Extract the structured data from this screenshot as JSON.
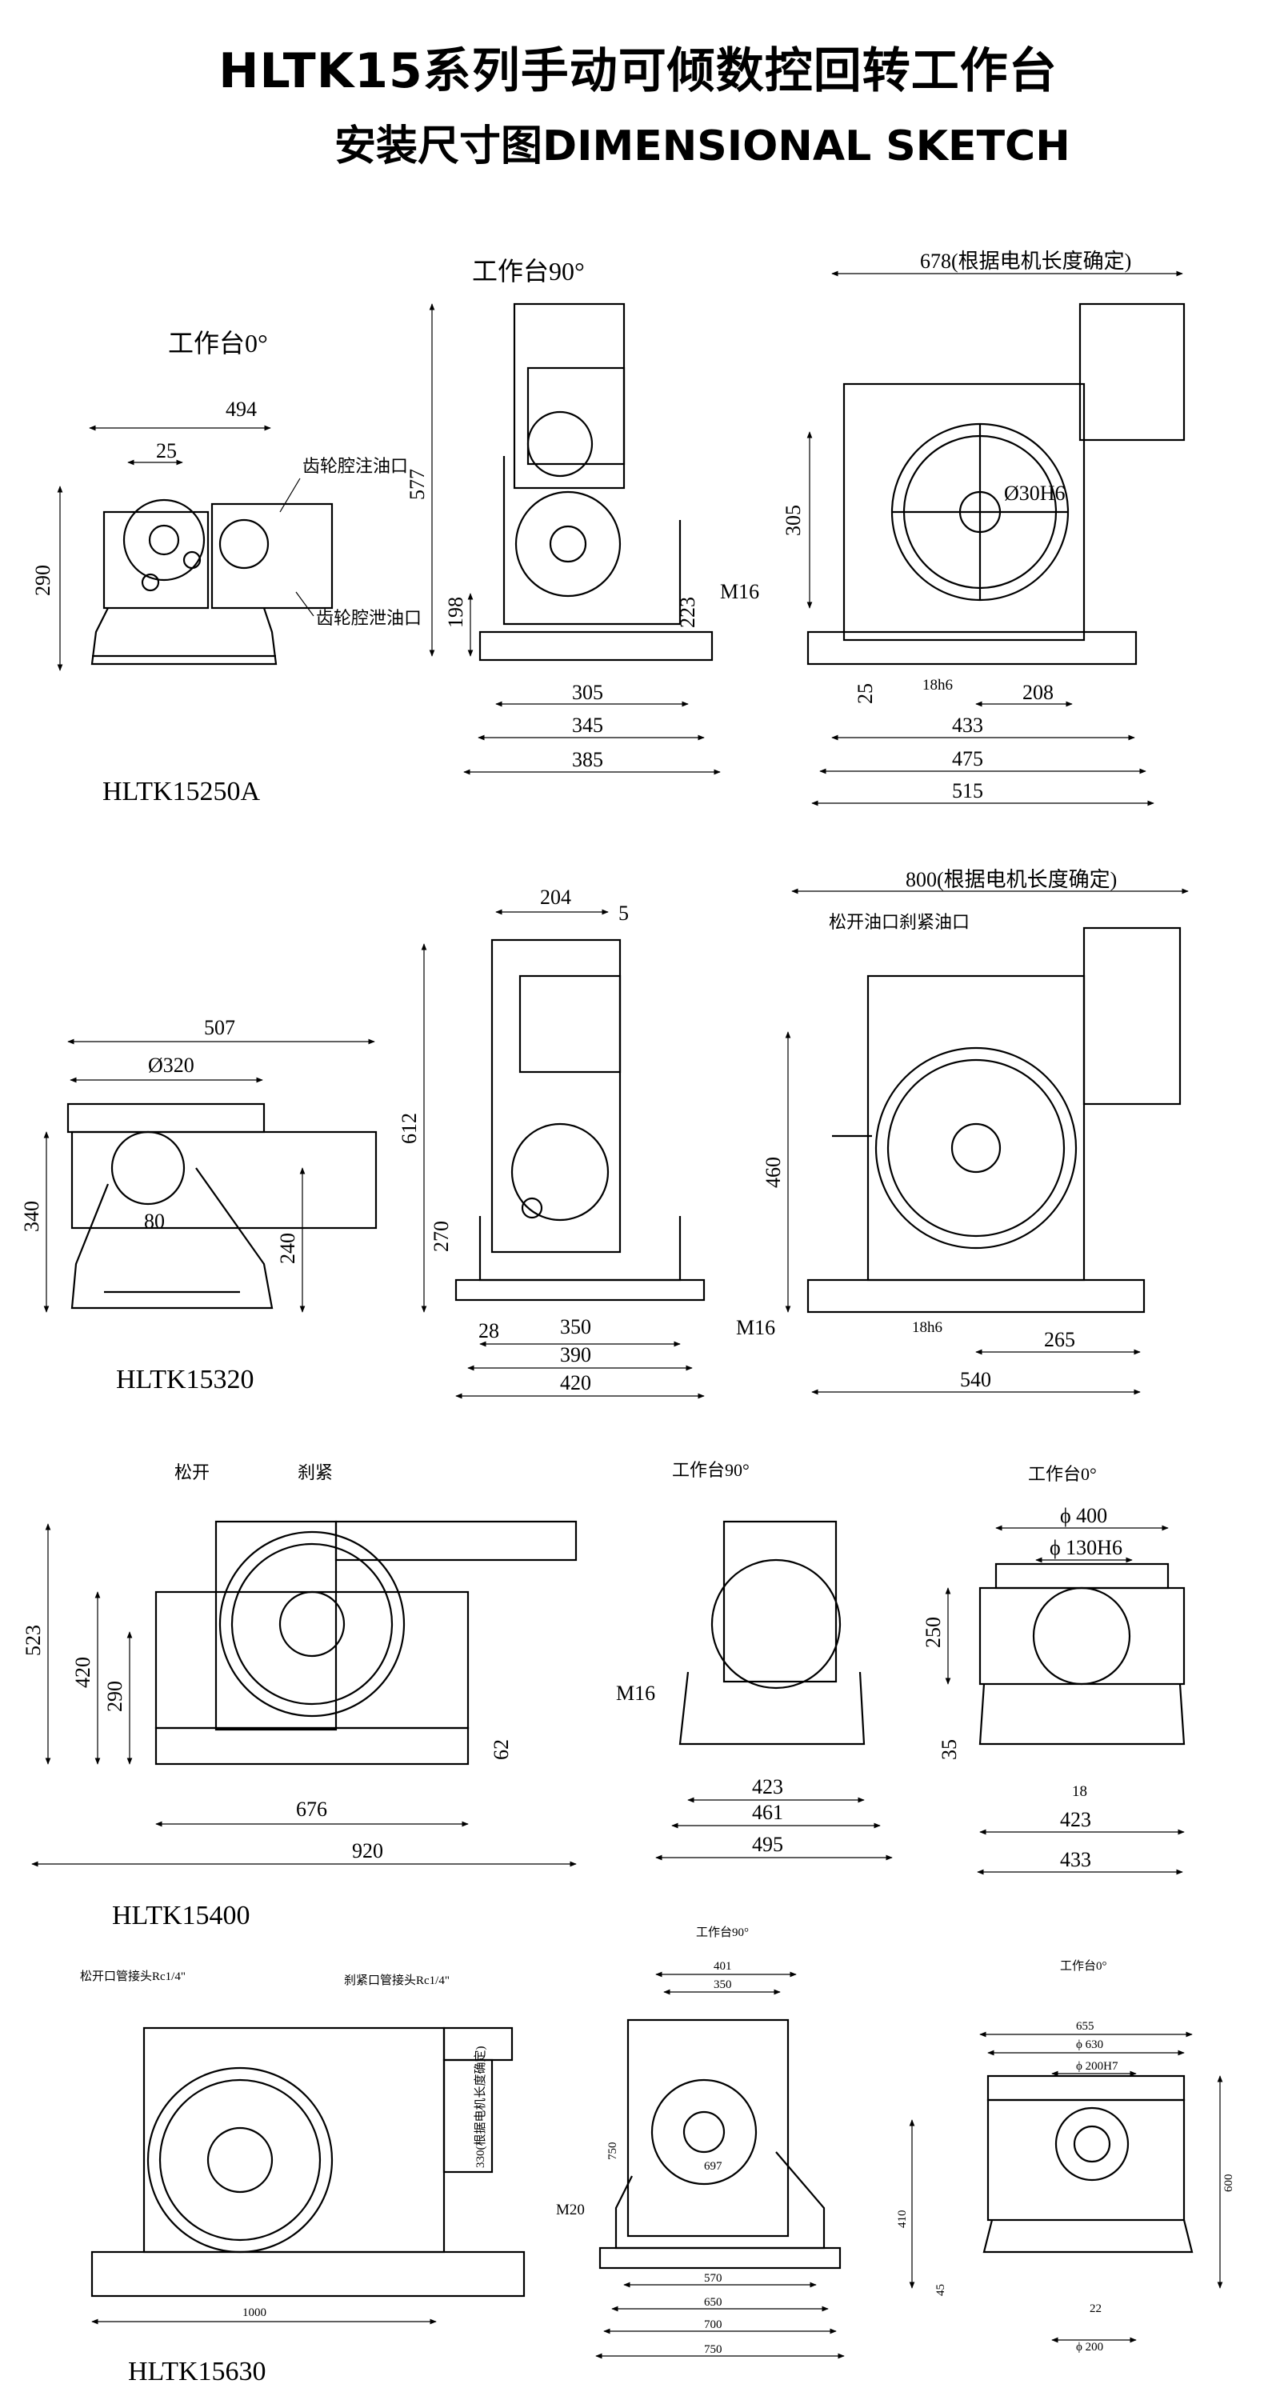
{
  "header": {
    "title": "HLTK15系列手动可倾数控回转工作台",
    "subtitle": "安装尺寸图DIMENSIONAL SKETCH"
  },
  "row1": {
    "model": "HLTK15250A",
    "view_0_label": "工作台0°",
    "view_90_label": "工作台90°",
    "front_view": {
      "width": "494",
      "offset": "25",
      "height": "290",
      "note_fill": "齿轮腔注油口",
      "note_drain": "齿轮腔泄油口"
    },
    "side_view": {
      "height": "577",
      "base_h": "198",
      "d1": "223",
      "bolt": "M16",
      "w1": "305",
      "w2": "345",
      "w3": "385"
    },
    "right_view": {
      "motor": "678(根据电机长度确定)",
      "bore": "Ø30H6",
      "height": "305",
      "h2": "25",
      "key": "18h6",
      "d": "208",
      "w1": "433",
      "w2": "475",
      "w3": "515"
    }
  },
  "row2": {
    "model": "HLTK15320",
    "front_view": {
      "width": "507",
      "diameter": "Ø320",
      "height": "340",
      "offset": "80",
      "h2": "240"
    },
    "side_view": {
      "top": "204",
      "gap": "5",
      "height": "612",
      "base_h": "270",
      "d": "28",
      "w1": "350",
      "w2": "390",
      "w3": "420",
      "bolt": "M16"
    },
    "right_view": {
      "motor": "800(根据电机长度确定)",
      "port_note": "松开油口刹紧油口",
      "height": "460",
      "key": "18h6",
      "d": "265",
      "width": "540"
    }
  },
  "row3": {
    "model": "HLTK15400",
    "label_release": "松开",
    "label_brake": "刹紧",
    "view_90_label": "工作台90°",
    "view_0_label": "工作台0°",
    "left_view": {
      "h1": "523",
      "h2": "420",
      "h3": "290",
      "d": "62",
      "w1": "676",
      "w2": "920"
    },
    "mid_view": {
      "bolt": "M16",
      "w1": "423",
      "w2": "461",
      "w3": "495"
    },
    "right_view": {
      "d1": "ϕ 400",
      "d2": "ϕ 130H6",
      "h": "250",
      "h2": "35",
      "key": "18",
      "w1": "423",
      "w2": "433"
    }
  },
  "row4": {
    "model": "HLTK15630",
    "port_release": "松开口管接头Rc1/4\"",
    "port_brake": "刹紧口管接头Rc1/4\"",
    "motor_note": "330(根据电机长度确定)",
    "view_90_label": "工作台90°",
    "view_0_label": "工作台0°",
    "left_view": {
      "width": "1000"
    },
    "mid_view": {
      "t1": "401",
      "t2": "350",
      "h": "750",
      "d": "697",
      "bolt": "M20",
      "w1": "570",
      "w2": "650",
      "w3": "700",
      "w4": "750"
    },
    "right_view": {
      "d1": "655",
      "d2": "ϕ 630",
      "d3": "ϕ 200H7",
      "h1": "410",
      "h2": "600",
      "h3": "45",
      "key": "22",
      "d4": "ϕ 200"
    }
  }
}
